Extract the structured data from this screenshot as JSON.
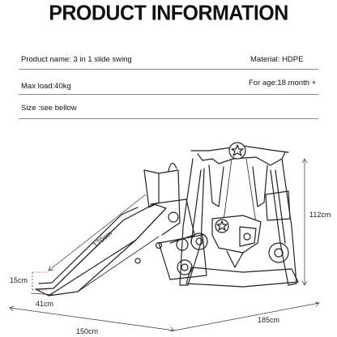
{
  "title": "PRODUCT INFORMATION",
  "info": {
    "product_name": "Product name: 3 in 1 slide swing",
    "material": "Material: HDPE",
    "max_load": "Max load:40kg",
    "for_age": "For age:18 month +",
    "size": "Size :see bellow"
  },
  "dimensions": {
    "slide_length": "170cm",
    "height": "112cm",
    "depth": "15cm",
    "slide_end": "41cm",
    "width": "150cm",
    "length": "185cm"
  }
}
